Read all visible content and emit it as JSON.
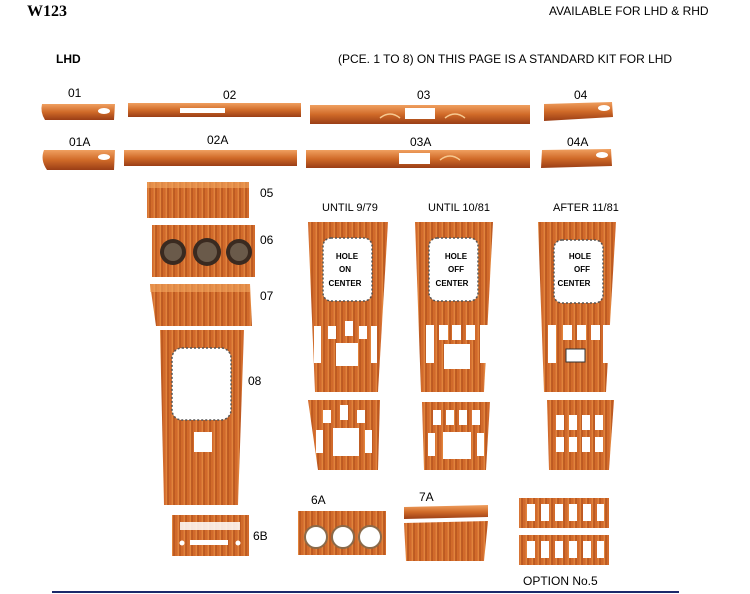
{
  "header": {
    "model": "W123",
    "availability": "AVAILABLE FOR LHD & RHD",
    "side": "LHD",
    "kit_note": "(PCE. 1 TO 8) ON THIS PAGE IS A STANDARD KIT FOR LHD"
  },
  "parts": {
    "p01": "01",
    "p01a": "01A",
    "p02": "02",
    "p02a": "02A",
    "p03": "03",
    "p03a": "03A",
    "p04": "04",
    "p04a": "04A",
    "p05": "05",
    "p06": "06",
    "p07": "07",
    "p08": "08",
    "p6a": "6A",
    "p6b": "6B",
    "p7a": "7A"
  },
  "variants": [
    {
      "period": "UNTIL 9/79",
      "hole1": "HOLE",
      "hole2": "ON",
      "hole3": "CENTER"
    },
    {
      "period": "UNTIL 10/81",
      "hole1": "HOLE",
      "hole2": "OFF",
      "hole3": "CENTER"
    },
    {
      "period": "AFTER 11/81",
      "hole1": "HOLE",
      "hole2": "OFF",
      "hole3": "CENTER"
    }
  ],
  "option": "OPTION No.5",
  "colors": {
    "wood_light": "#e07a2e",
    "wood_dark": "#a8461a",
    "footer_line": "#1b2a6b"
  }
}
